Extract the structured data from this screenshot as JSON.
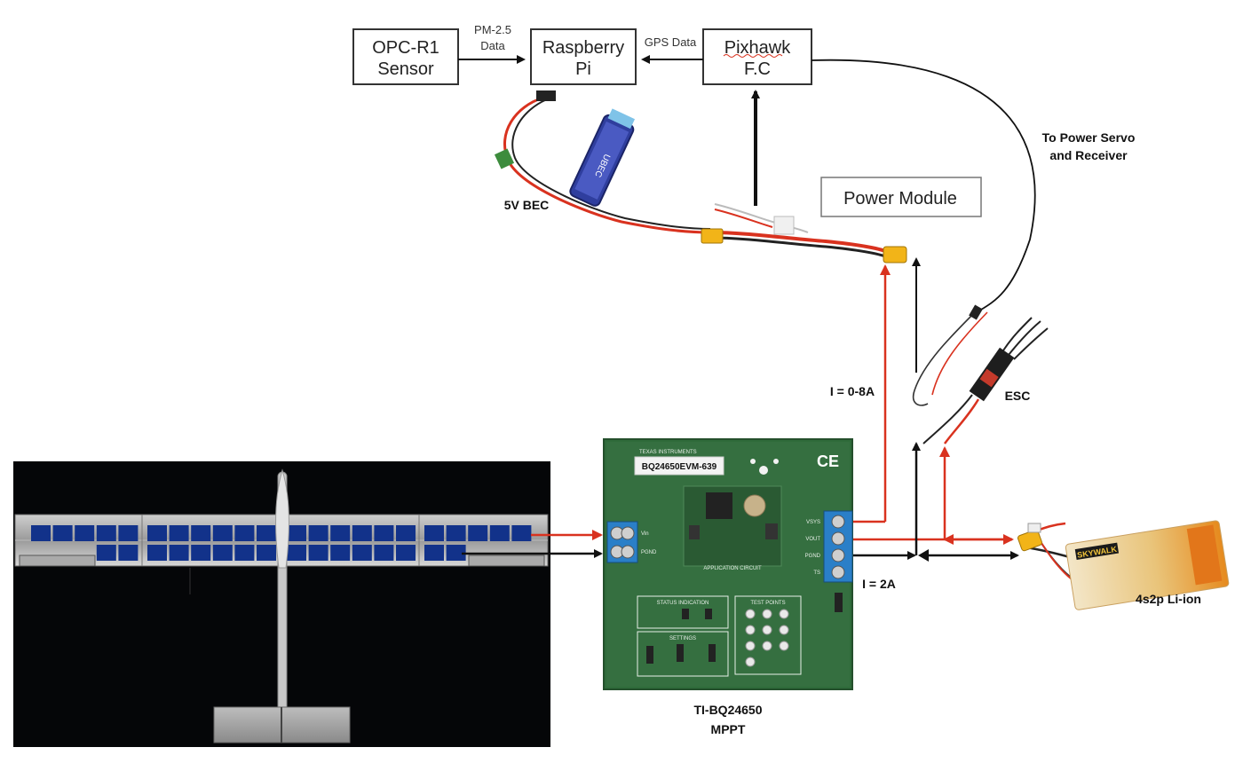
{
  "blocks": {
    "opc": {
      "line1": "OPC-R1",
      "line2": "Sensor"
    },
    "pi": {
      "line1": "Raspberry",
      "line2": "Pi"
    },
    "pixhawk": {
      "line1": "Pixhawk",
      "line2": "F.C"
    },
    "power_module": "Power Module"
  },
  "links": {
    "pm25_line1": "PM-2.5",
    "pm25_line2": "Data",
    "gps": "GPS Data"
  },
  "labels": {
    "bec": "5V BEC",
    "servo_line1": "To Power Servo",
    "servo_line2": "and Receiver",
    "esc": "ESC",
    "current_high": "I = 0-8A",
    "current_low": "I = 2A",
    "battery": "4s2p Li-ion",
    "mppt_line1": "TI-BQ24650",
    "mppt_line2": "MPPT"
  },
  "pcb": {
    "maker": "TEXAS INSTRUMENTS",
    "model": "BQ24650EVM-639",
    "ce": "CE",
    "terminals_left": [
      "Vin",
      "PGND"
    ],
    "terminals_right": [
      "VSYS",
      "VOUT",
      "PGND",
      "TS"
    ],
    "section_status": "STATUS INDICATION",
    "section_test": "TEST POINTS",
    "section_settings": "SETTINGS",
    "app_circuit": "APPLICATION CIRCUIT"
  },
  "battery_brand": "SKYWALK",
  "colors": {
    "power_line": "#d9321f",
    "signal_line": "#111111",
    "solar_cell": "#12328a",
    "pcb": "#2f6b3a"
  }
}
